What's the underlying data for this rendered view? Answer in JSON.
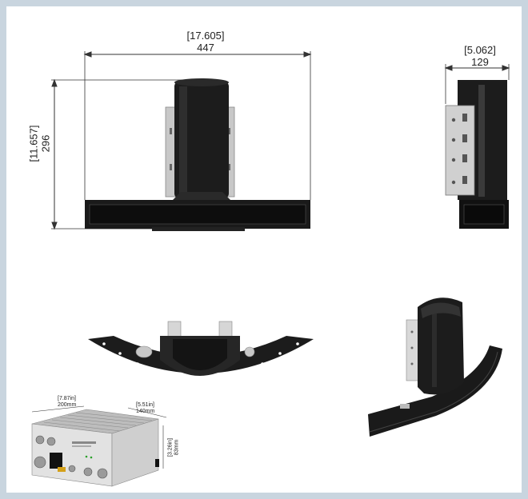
{
  "front_view": {
    "width_in": "[17.605]",
    "width_mm": "447",
    "height_in": "[11.657]",
    "height_mm": "296"
  },
  "side_view": {
    "depth_in": "[5.062]",
    "depth_mm": "129"
  },
  "electronics_box": {
    "width_in": "[7.87in]",
    "width_mm": "200mm",
    "depth_in": "[5.51in]",
    "depth_mm": "140mm",
    "height_in": "[3.26in]",
    "height_mm": "83mm"
  },
  "colors": {
    "border": "#c9d5df",
    "body": "#1c1c1c",
    "bracket": "#c8c8c8",
    "box": "#d9d9d9"
  }
}
